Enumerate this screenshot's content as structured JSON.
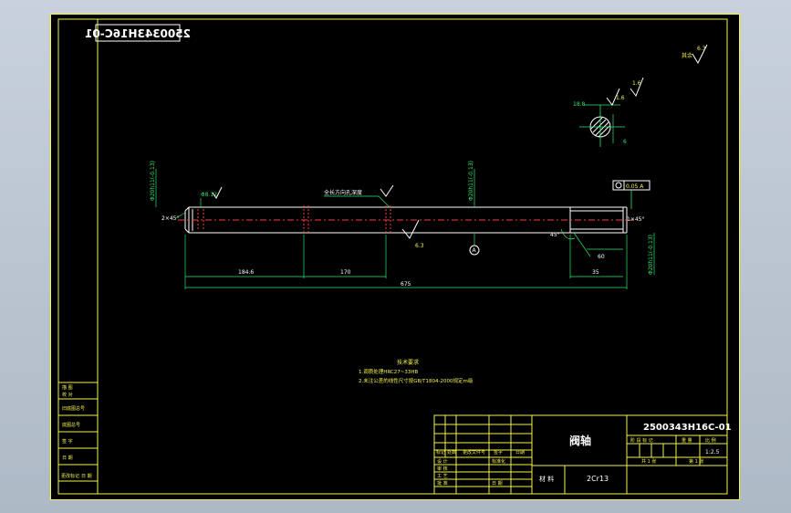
{
  "drawing": {
    "stamp_mirrored": "2500343H16C-01",
    "drawing_number": "2500343H16C-01",
    "part_name": "阀轴",
    "material_label": "材 料",
    "material": "2Cr13",
    "scale": "1:2.5",
    "sheet_label_total": "共 1 张",
    "sheet_label_no": "第 1 张"
  },
  "dimensions": {
    "overall_length": "675",
    "seg_left": "184.6",
    "seg_mid": "170",
    "seg_right_small": "35",
    "seg_right_keyway": "60",
    "chamfer_left": "2×45°",
    "chamfer_right": "1×45°",
    "dia_left": "Φ20h11(-0.13)",
    "dia_mid": "Φ20h11(-0.13)",
    "dia_right": "Φ20h11(-0.13)",
    "dia_groove": "Φ8.12",
    "angle_45": "45°",
    "rough_1": "1.6",
    "rough_2": "6.3",
    "rough_other": "其余",
    "datum": "A",
    "tolerance": "0.05 A",
    "keyway_width": "18.8",
    "keyway_depth": "6",
    "note_top_groove": "全长方向孔深度"
  },
  "notes": {
    "heading": "技术要求",
    "line1": "1.调质处理HRC27~33HB",
    "line2": "2.未注公差的线性尺寸按GB/T1804-2000规定m级"
  },
  "left_strip": {
    "r1a": "描 图",
    "r1b": "校 对",
    "r2": "旧底图总号",
    "r3": "底图总号",
    "r4": "签 字",
    "r5": "日 期",
    "r6": "更改标记",
    "r6b": "日 期"
  },
  "title_block": {
    "h_mark": "标记",
    "h_count": "处数",
    "h_doc": "更改文件号",
    "h_sign": "签字",
    "h_date": "日期",
    "r_design": "设 计",
    "r_check": "审 核",
    "r_process": "工 艺",
    "r_std": "标准化",
    "r_approve": "批 准",
    "r_date": "日 期",
    "stage_label": "阶 段 标 记",
    "weight_label": "重 量",
    "scale_label": "比 例"
  },
  "colors": {
    "frame": "#f2f24a",
    "outline": "#ffffff",
    "dimension": "#2ee66b",
    "centerline": "#ff3c3c",
    "background": "#000000"
  }
}
